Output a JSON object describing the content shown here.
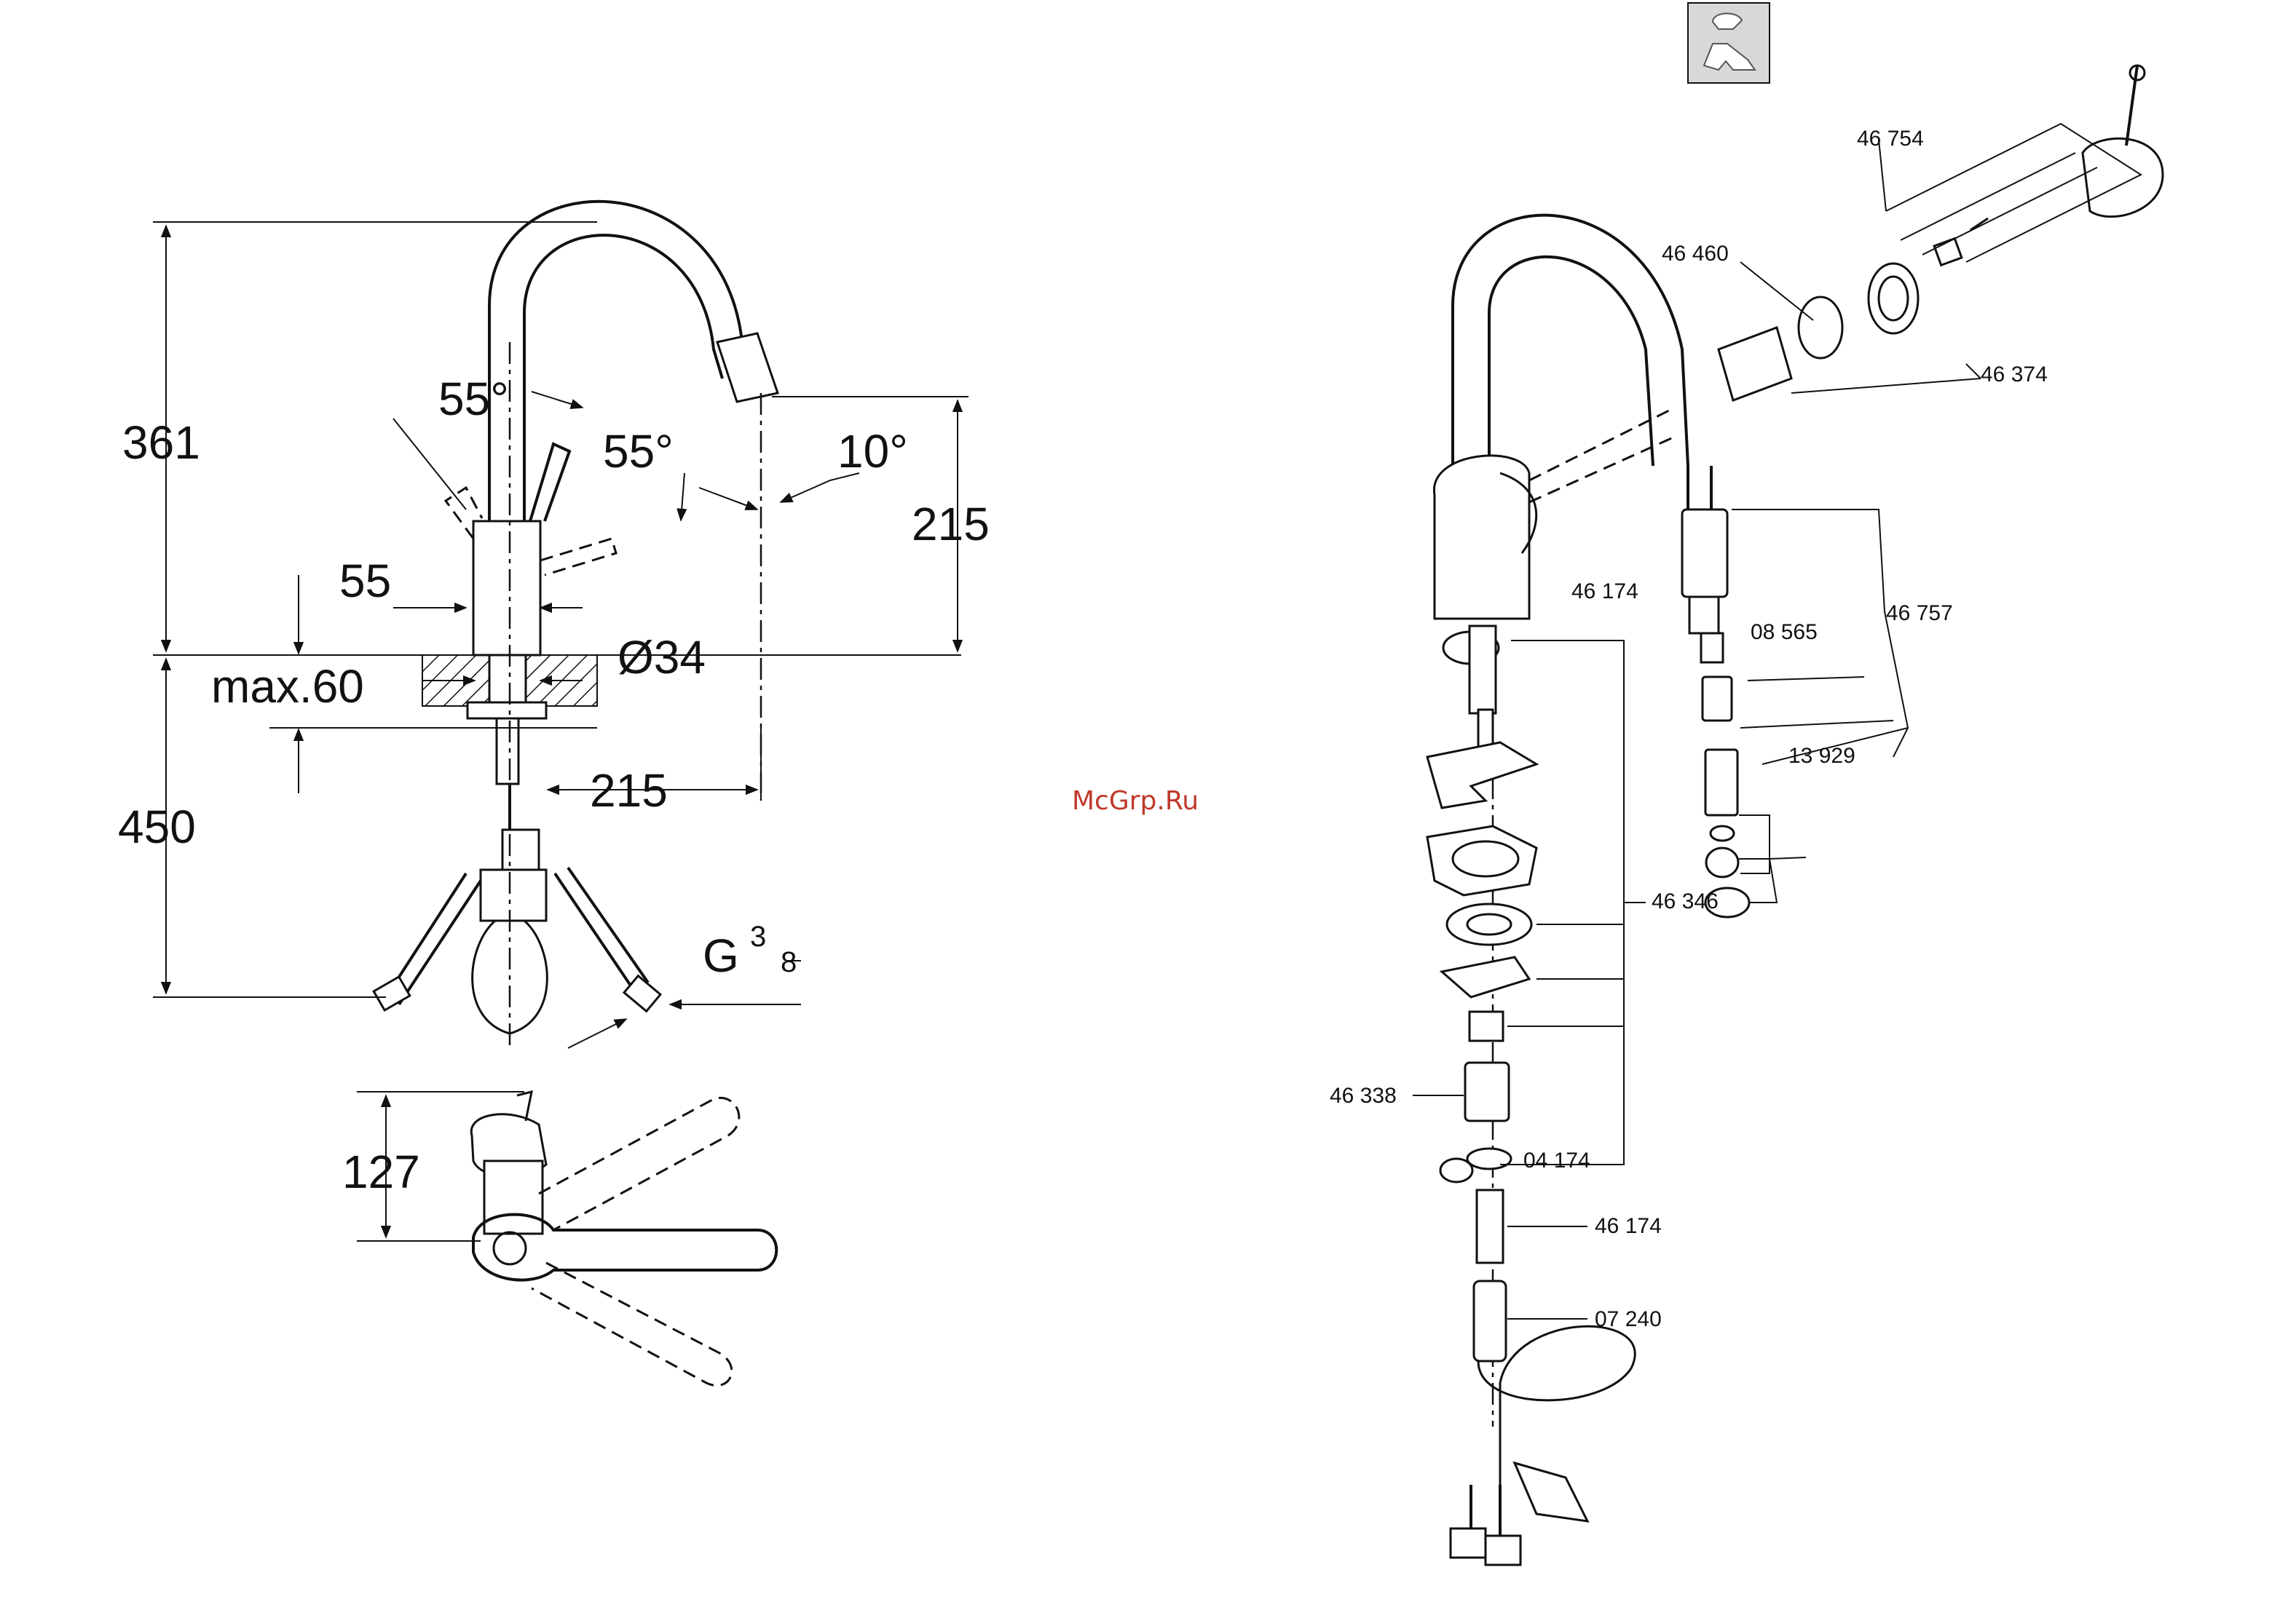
{
  "dimensions": {
    "height_total": "361",
    "height_spout": "215",
    "height_below": "450",
    "angle_handle_left": "55°",
    "angle_handle_right": "55°",
    "angle_spout": "10°",
    "handle_offset": "55",
    "max_deck": "max.60",
    "diameter": "Ø34",
    "reach": "215",
    "thread_g": "G",
    "thread_num": "3",
    "thread_den": "8",
    "depth_top": "127"
  },
  "parts": {
    "p46754": "46 754",
    "p46460": "46 460",
    "p46374": "46 374",
    "p46174a": "46 174",
    "p08565": "08 565",
    "p46757": "46 757",
    "p13929": "13 929",
    "p46346": "46 346",
    "p46338": "46 338",
    "p04174": "04 174",
    "p46174b": "46 174",
    "p07240": "07 240"
  },
  "watermark": "McGrp.Ru",
  "colors": {
    "ink": "#111111",
    "watermark": "#c0392b",
    "badge_bg": "#d8d8d8"
  }
}
